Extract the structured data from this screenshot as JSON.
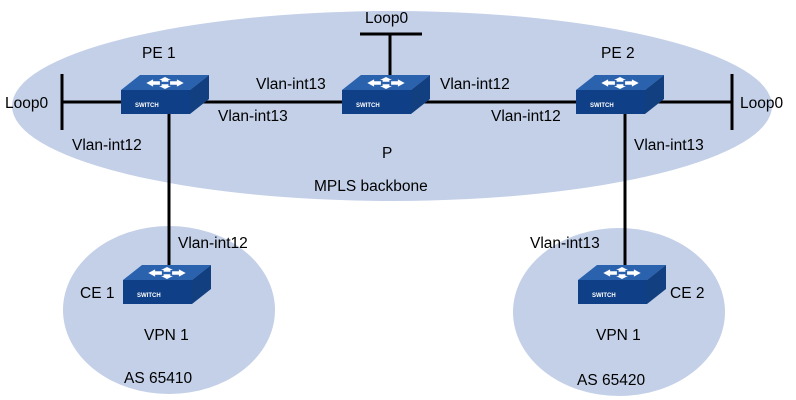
{
  "colors": {
    "region_fill": "#c3d0e8",
    "link": "#000000",
    "switch_top": "#2a62ae",
    "switch_side": "#0f3f86",
    "switch_arrow": "#ffffff"
  },
  "regions": {
    "backbone": "MPLS backbone",
    "site1_vpn": "VPN 1",
    "site1_as": "AS 65410",
    "site2_vpn": "VPN 1",
    "site2_as": "AS 65420"
  },
  "devices": {
    "pe1": {
      "name": "PE 1",
      "badge": "SWITCH"
    },
    "p": {
      "name": "P",
      "badge": "SWITCH"
    },
    "pe2": {
      "name": "PE 2",
      "badge": "SWITCH"
    },
    "ce1": {
      "name": "CE 1",
      "badge": "SWITCH"
    },
    "ce2": {
      "name": "CE 2",
      "badge": "SWITCH"
    }
  },
  "interfaces": {
    "pe1_loop": "Loop0",
    "pe1_to_ce": "Vlan-int12",
    "pe1_to_p": "Vlan-int13",
    "p_loop": "Loop0",
    "p_to_pe1": "Vlan-int13",
    "p_to_pe2": "Vlan-int12",
    "pe2_to_p": "Vlan-int12",
    "pe2_to_ce": "Vlan-int13",
    "pe2_loop": "Loop0",
    "ce1_to_pe": "Vlan-int12",
    "ce2_to_pe": "Vlan-int13"
  }
}
